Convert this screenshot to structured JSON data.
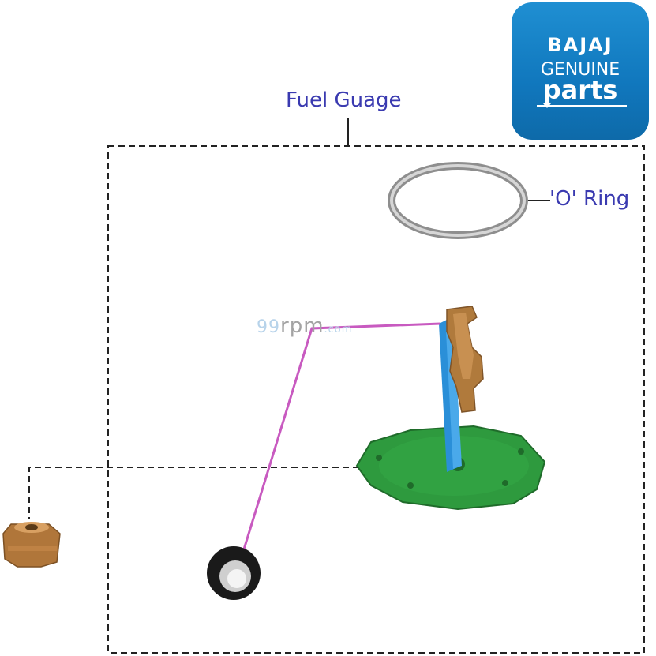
{
  "labels": {
    "fuel_gauge": "Fuel Guage",
    "o_ring": "'O' Ring"
  },
  "logo": {
    "brand": "BAJAJ",
    "line1": "GENUINE",
    "line2": "parts"
  },
  "watermark": {
    "prefix": "99",
    "middle": "rpm",
    "suffix": ".com"
  },
  "colors": {
    "label_text": "#3a3ab0",
    "logo_bg": "#1a84c8",
    "float_arm": "#c85ac0",
    "gauge_plate": "#2e9a3e",
    "sender_body": "#b07a3c",
    "support_strut": "#2a8fd8",
    "o_ring": "#a0a0a0",
    "nut": "#b0763a"
  },
  "icons": [
    "o-ring-icon",
    "float-arm-icon",
    "float-icon",
    "sender-unit-icon",
    "gauge-plate-icon",
    "nut-icon"
  ]
}
